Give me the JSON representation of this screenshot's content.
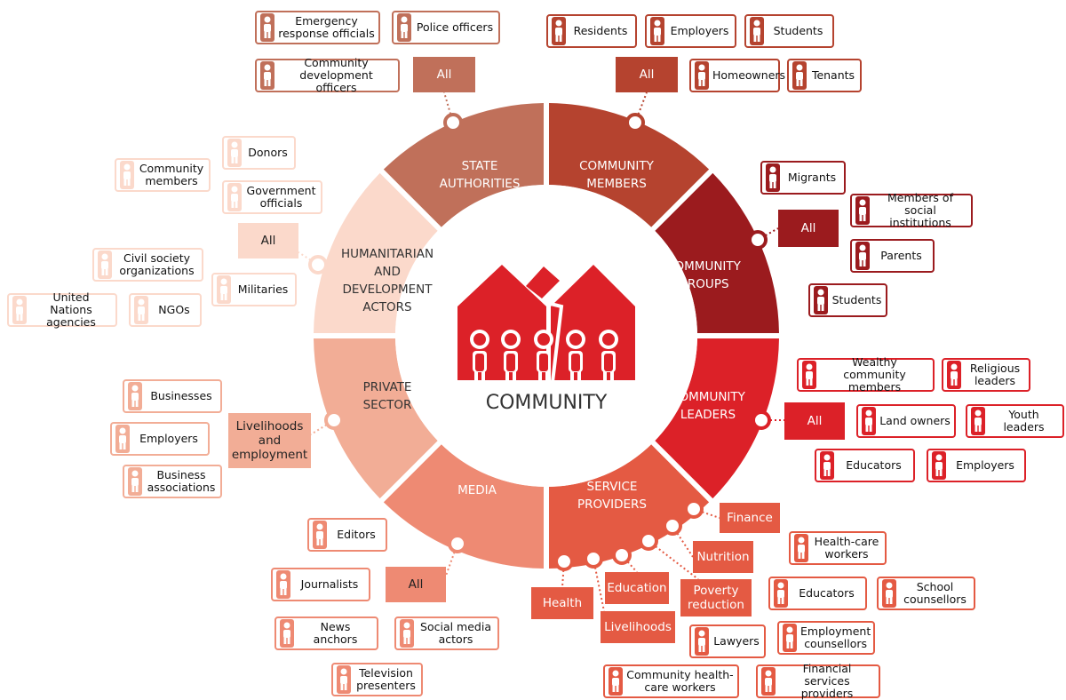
{
  "center": {
    "label": "COMMUNITY"
  },
  "segments": {
    "state_authorities": {
      "line1": "STATE",
      "line2": "AUTHORITIES"
    },
    "community_members": {
      "line1": "COMMUNITY",
      "line2": "MEMBERS"
    },
    "community_groups": {
      "line1": "COMMUNITY",
      "line2": "GROUPS"
    },
    "community_leaders": {
      "line1": "COMMUNITY",
      "line2": "LEADERS"
    },
    "service_providers": {
      "line1": "SERVICE",
      "line2": "PROVIDERS"
    },
    "media": {
      "line1": "MEDIA"
    },
    "private_sector": {
      "line1": "PRIVATE",
      "line2": "SECTOR"
    },
    "humanitarian": {
      "line1": "HUMANITARIAN",
      "line2": "AND",
      "line3": "DEVELOPMENT",
      "line4": "ACTORS"
    }
  },
  "state_authorities": {
    "all": "All",
    "tags": [
      "Emergency response officials",
      "Police officers",
      "Community development officers"
    ]
  },
  "community_members": {
    "all": "All",
    "tags": [
      "Residents",
      "Employers",
      "Students",
      "Homeowners",
      "Tenants"
    ]
  },
  "community_groups": {
    "all": "All",
    "tags": [
      "Migrants",
      "Members of social institutions",
      "Parents",
      "Students"
    ]
  },
  "community_leaders": {
    "all": "All",
    "tags": [
      "Wealthy community members",
      "Religious leaders",
      "Land owners",
      "Youth leaders",
      "Educators",
      "Employers"
    ]
  },
  "service_providers": {
    "categories": [
      "Finance",
      "Nutrition",
      "Poverty reduction",
      "Education",
      "Livelihoods",
      "Health"
    ],
    "tags": [
      "Health-care workers",
      "Educators",
      "School counsellors",
      "Lawyers",
      "Employment counsellors",
      "Community health-care workers",
      "Financial services providers"
    ]
  },
  "media": {
    "all": "All",
    "tags": [
      "Editors",
      "Journalists",
      "News anchors",
      "Social media actors",
      "Television presenters"
    ]
  },
  "private_sector": {
    "category": "Livelihoods and employment",
    "tags": [
      "Businesses",
      "Employers",
      "Business associations"
    ]
  },
  "humanitarian": {
    "all": "All",
    "tags": [
      "Donors",
      "Community members",
      "Government officials",
      "Civil society organizations",
      "Militaries",
      "United Nations agencies",
      "NGOs"
    ]
  },
  "colors": {
    "state_authorities": "#c0705a",
    "community_members": "#b5432f",
    "community_groups": "#9b1b1e",
    "community_leaders": "#dc2128",
    "service_providers": "#e45a43",
    "media": "#ee8a73",
    "private_sector": "#f2ad96",
    "humanitarian": "#fbd9cb"
  }
}
